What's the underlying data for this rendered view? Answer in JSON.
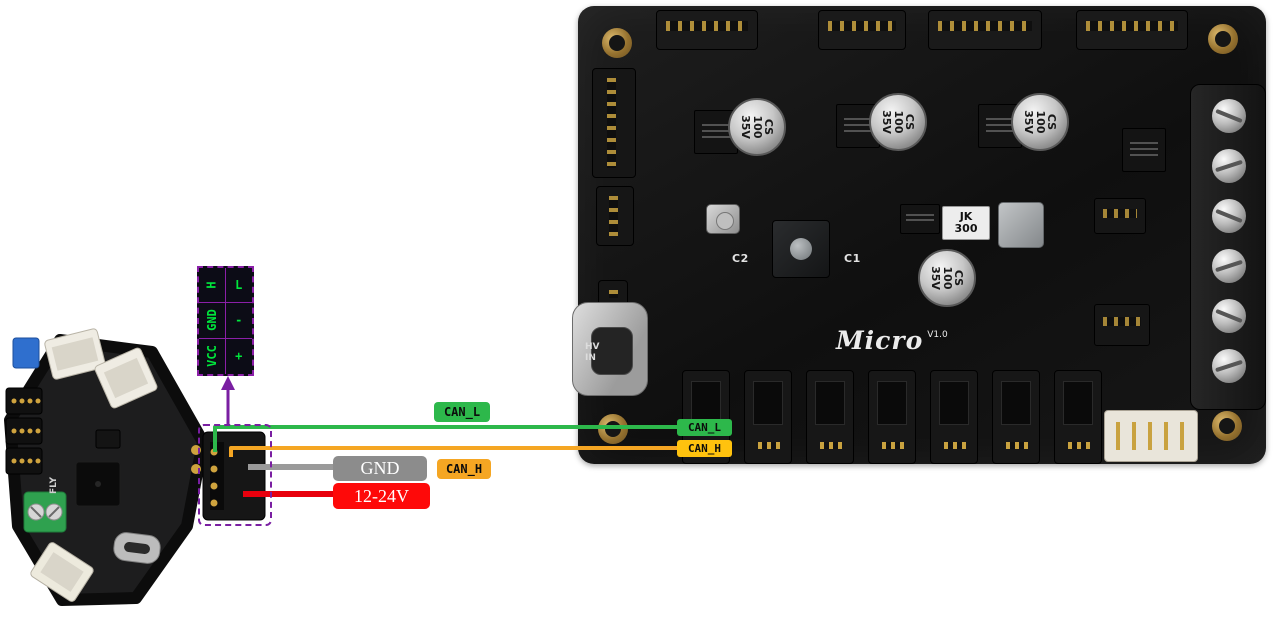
{
  "wire_badges": {
    "can_l": "CAN_L",
    "gnd": "GND",
    "can_h": "CAN_H",
    "power": "12-24V"
  },
  "mainboard": {
    "brand": "Micro",
    "version": "V1.0",
    "can_l": "CAN_L",
    "can_h": "CAN_H",
    "c1": "C1",
    "c2": "C2",
    "hv_line1": "HV",
    "hv_line2": "IN",
    "jk_line1": "JK",
    "jk_line2": "300",
    "cap": {
      "line1": "CS",
      "line2": "100",
      "line3": "35V"
    }
  },
  "toolhead": {
    "logo": "FLY"
  },
  "pinout": {
    "rows": [
      {
        "left": "H",
        "right": "L"
      },
      {
        "left": "GND",
        "right": "-"
      },
      {
        "left": "VCC",
        "right": "+"
      }
    ]
  },
  "colors": {
    "can_l": "#2db84b",
    "can_h_wire": "#f5a623",
    "can_h_board": "#ffc20e",
    "gnd": "#8c8c8c",
    "power": "#ed1c24",
    "annotation": "#7a1fa2",
    "pinout_text": "#00e63c"
  }
}
